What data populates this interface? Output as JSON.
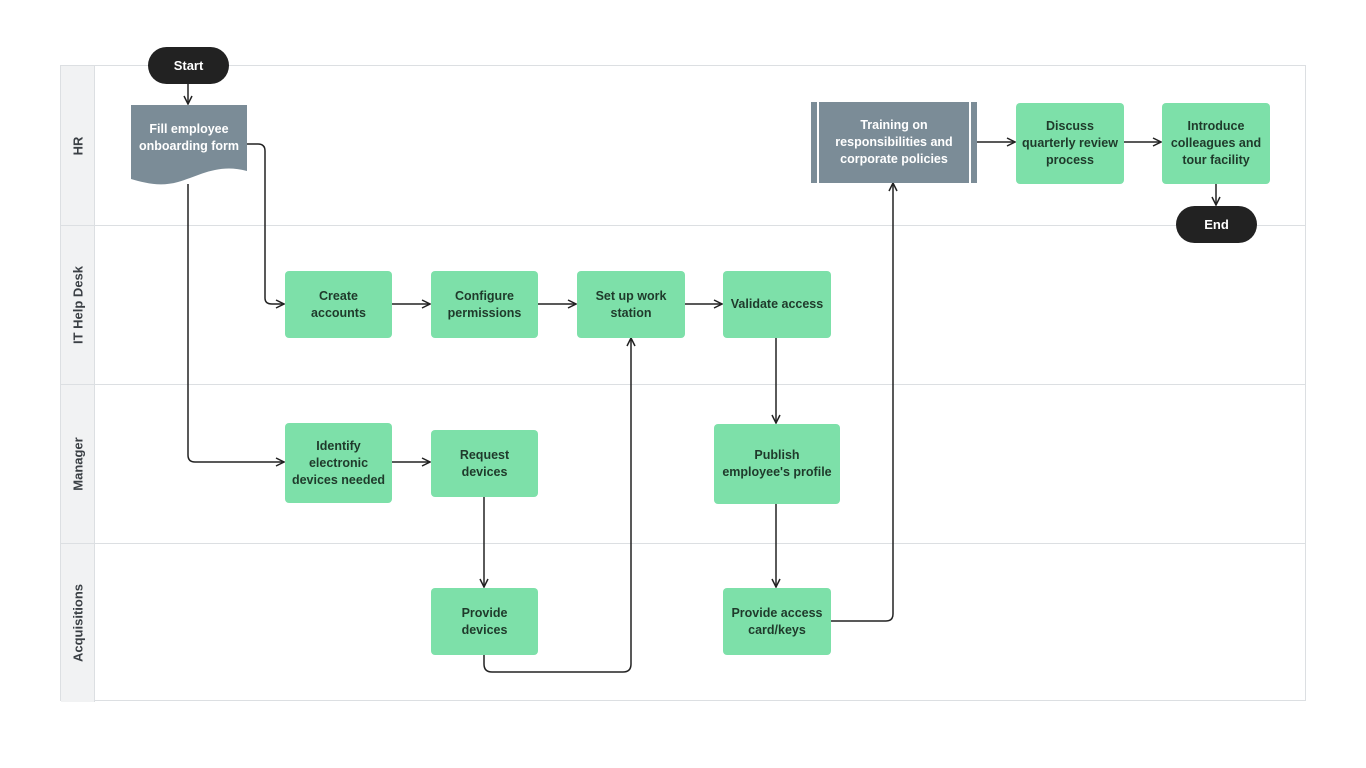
{
  "lanes": [
    "HR",
    "IT Help Desk",
    "Manager",
    "Acquisitions"
  ],
  "nodes": {
    "start": "Start",
    "fill_form": "Fill employee onboarding form",
    "training": "Training on responsibilities and corporate policies",
    "discuss": "Discuss quarterly review process",
    "introduce": "Introduce colleagues and tour facility",
    "end": "End",
    "create_accounts": "Create accounts",
    "configure_permissions": "Configure permissions",
    "setup_workstation": "Set up work station",
    "validate_access": "Validate access",
    "identify_devices": "Identify electronic devices needed",
    "request_devices": "Request devices",
    "publish_profile": "Publish employee's profile",
    "provide_devices": "Provide devices",
    "provide_access": "Provide access card/keys"
  },
  "colors": {
    "process": "#7de0a9",
    "terminator": "#222222",
    "document": "#7b8c97",
    "connector": "#222222",
    "lane_border": "#dcdfe2"
  }
}
